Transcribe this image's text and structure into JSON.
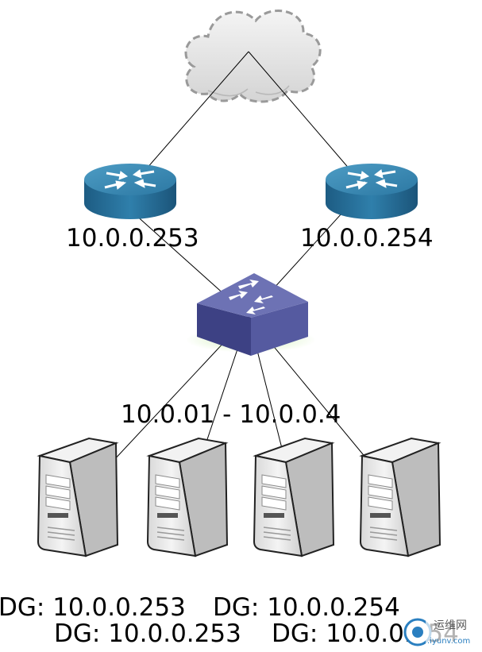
{
  "router_left": {
    "ip": "10.0.0.253"
  },
  "router_right": {
    "ip": "10.0.0.254"
  },
  "switch": {
    "range": "10.0.01 - 10.0.0.4"
  },
  "servers": [
    {
      "dg": "DG: 10.0.0.253"
    },
    {
      "dg": "DG: 10.0.0.253"
    },
    {
      "dg": "DG: 10.0.0.254"
    },
    {
      "dg": "DG: 10.0.0.254"
    }
  ],
  "watermark": {
    "cn": "运维网",
    "url": ".iyunv.com"
  },
  "colors": {
    "cloud_fill": "#dcdcdc",
    "cloud_stroke": "#9a9a9a",
    "router_top": "#3f8db5",
    "router_side": "#1e5f86",
    "switch_top": "#6a6fb0",
    "switch_side": "#3b3f80",
    "server_body": "#e4e4e4",
    "link": "#000000"
  }
}
